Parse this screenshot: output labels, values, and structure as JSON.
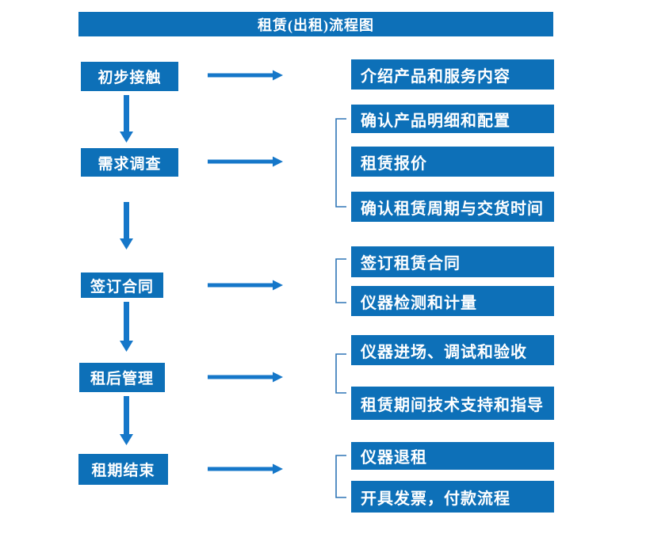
{
  "title": "租赁(出租)流程图",
  "colors": {
    "box-blue": "#0d70b8",
    "arrow-blue": "#1577c9",
    "bracket-blue": "#2e75b6",
    "text-white": "#ffffff"
  },
  "steps": [
    {
      "label": "初步接触"
    },
    {
      "label": "需求调查"
    },
    {
      "label": "签订合同"
    },
    {
      "label": "租后管理"
    },
    {
      "label": "租期结束"
    }
  ],
  "details": [
    {
      "label": "介绍产品和服务内容"
    },
    {
      "label": "确认产品明细和配置"
    },
    {
      "label": "租赁报价"
    },
    {
      "label": "确认租赁周期与交货时间"
    },
    {
      "label": "签订租赁合同"
    },
    {
      "label": "仪器检测和计量"
    },
    {
      "label": "仪器进场、调试和验收"
    },
    {
      "label": "租赁期间技术支持和指导"
    },
    {
      "label": "仪器退租"
    },
    {
      "label": "开具发票，付款流程"
    }
  ]
}
